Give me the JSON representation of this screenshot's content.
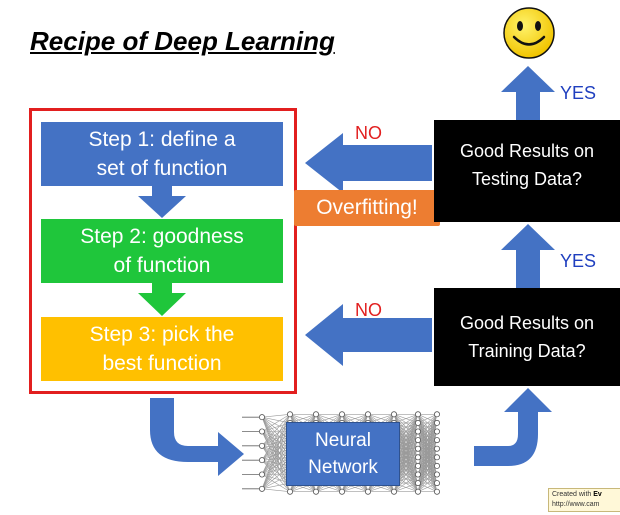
{
  "title": "Recipe of Deep Learning",
  "steps": [
    {
      "line1": "Step 1: define a",
      "line2": "set of function"
    },
    {
      "line1": "Step 2: goodness",
      "line2": "of function"
    },
    {
      "line1": "Step 3: pick the",
      "line2": "best function"
    }
  ],
  "testing_box": {
    "line1": "Good Results on",
    "line2": "Testing Data?"
  },
  "training_box": {
    "line1": "Good Results on",
    "line2": "Training Data?"
  },
  "overfitting_label": "Overfitting!",
  "no_top": "NO",
  "no_bottom": "NO",
  "yes_top": "YES",
  "yes_middle": "YES",
  "neural_network": {
    "line1": "Neural",
    "line2": "Network"
  },
  "watermark": {
    "line1_prefix": "Created with ",
    "line1_bold": "Ev",
    "line2": "http://www.cam"
  },
  "colors": {
    "step1": "#4472c4",
    "step2": "#1fc63b",
    "step3": "#ffc000",
    "frame": "#e21f1f",
    "arrow": "#4472c4",
    "overfitting": "#ed7d31",
    "no_text": "#e21f1f",
    "yes_text": "#1f3fbf"
  },
  "icons": [
    "smiley-face-icon",
    "target-cursor-icon"
  ]
}
